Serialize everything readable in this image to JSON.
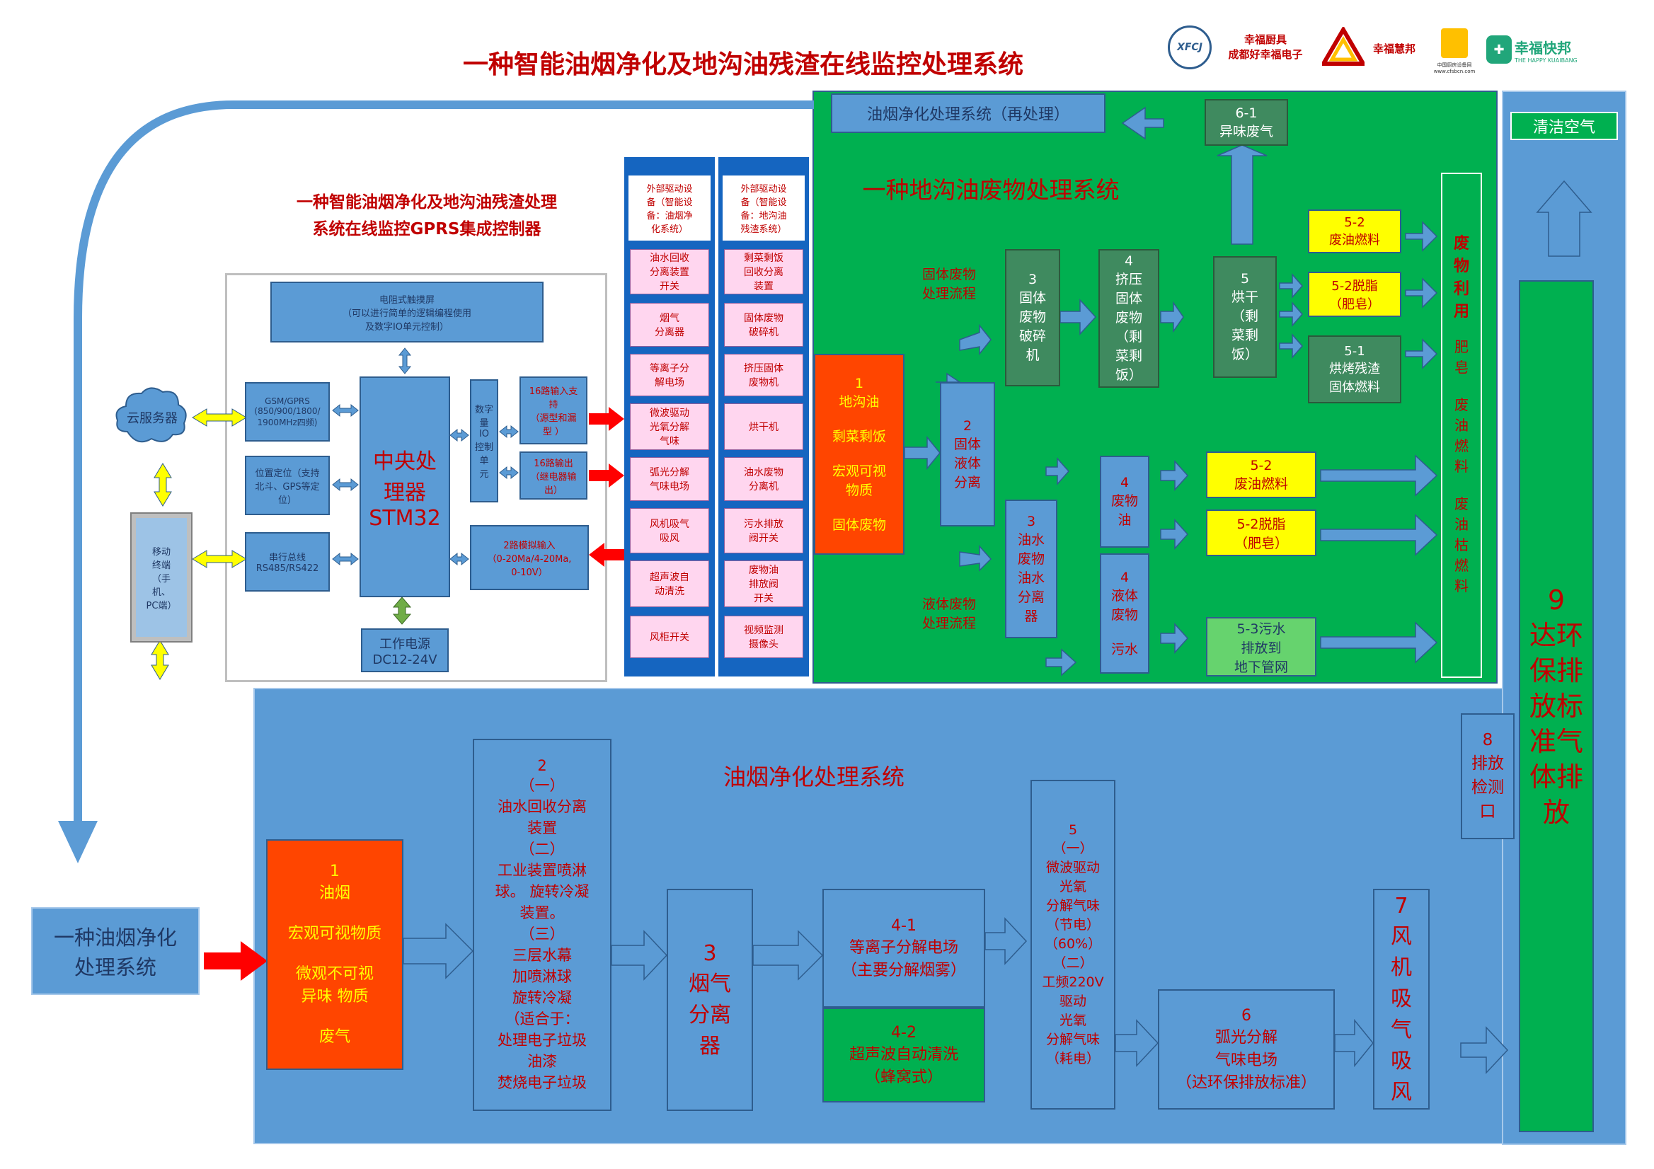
{
  "header": {
    "title": "一种智能油烟净化及地沟油残渣在线监控处理系统",
    "logos": [
      {
        "icon": "xfcj-logo-icon",
        "text": "XFCJ"
      },
      {
        "lines": "幸福厨具\n成都好幸福电子"
      },
      {
        "icon": "triangle-logo-icon",
        "text": "幸福慧邦"
      },
      {
        "icon": "cfsbcn-logo-icon",
        "text": "中国厨房设备网\nwww.cfsbcn.com"
      },
      {
        "icon": "kuaibang-logo-icon",
        "text": "幸福快邦",
        "sub": "THE HAPPY KUAIBANG"
      }
    ]
  },
  "controller": {
    "title": "一种智能油烟净化及地沟油残渣处理\n系统在线监控GPRS集成控制器",
    "touchscreen": "电阻式触摸屏\n（可以进行简单的逻辑编程使用\n及数字IO单元控制）",
    "cloud": "云服务器",
    "gsm": "GSM/GPRS\n(850/900/1800/\n1900MHz四频)",
    "location": "位置定位（支持\n北斗、GPS等定\n位）",
    "serial": "串行总线\nRS485/RS422",
    "mobile": "移动\n终端\n（手\n机、\nPC端）",
    "cpu": "中央处\n理器\nSTM32",
    "power": "工作电源\nDC12-24V",
    "io": "数字\n量\nIO\n控制\n单\n元",
    "in16": "16路输入支\n持\n（源型和漏\n型 ）",
    "out16": "16路输出\n（继电器输\n出）",
    "analog": "2路模拟输入\n（0-20Ma/4-20Ma,\n0-10V）"
  },
  "external_smoke": {
    "header": "外部驱动设\n备（智能设\n备：油烟净\n化系统）",
    "items": [
      "油水回收\n分离装置\n开关",
      "烟气\n分离器",
      "等离子分\n解电场",
      "微波驱动\n光氧分解\n气味",
      "弧光分解\n气味电场",
      "风机吸气\n吸风",
      "超声波自\n动清洗",
      "风柜开关"
    ]
  },
  "external_waste": {
    "header": "外部驱动设\n备（智能设\n备：地沟油\n残渣系统）",
    "items": [
      "剩菜剩饭\n回收分离\n装置",
      "固体废物\n破碎机",
      "挤压固体\n废物机",
      "烘干机",
      "油水废物\n分离机",
      "污水排放\n阀开关",
      "废物油\n排放阀\n开关",
      "视频监测\n摄像头"
    ]
  },
  "waste_system": {
    "reprocess": "油烟净化处理系统（再处理）",
    "title": "一种地沟油废物处理系统",
    "gas_61": "6-1\n异味废气",
    "solid_flow": "固体废物\n处理流程",
    "liquid_flow": "液体废物\n处理流程",
    "input_1": "1\n地沟油\n\n剩菜剩饭\n\n宏观可视\n物质\n\n固体废物",
    "sep_2": "2\n固体\n液体\n分离",
    "crush_3": "3\n固体\n废物\n破碎\n机",
    "press_4": "4\n挤压\n固体\n废物\n（剩\n菜剩\n饭）",
    "dry_5": "5\n烘干\n（剩\n菜剩\n饭）",
    "fuel_52a": "5-2\n废油燃料",
    "soap_52a": "5-2脱脂\n（肥皂）",
    "bake_51": "5-1\n烘烤残渣\n固体燃料",
    "oilsep_3": "3\n油水\n废物\n油水\n分离\n器",
    "oil_4": "4\n废物\n油",
    "water_4": "4\n液体\n废物\n\n污水",
    "fuel_52b": "5-2\n废油燃料",
    "soap_52b": "5-2脱脂\n（肥皂）",
    "sewage_53": "5-3污水\n排放到\n地下管网",
    "reuse_title": "废\n物\n利\n用",
    "reuse_items": "肥\n皂\n\n废\n油\n燃\n料\n\n废\n油\n枯\n燃\n料"
  },
  "clean_air": "清洁空气",
  "emission_9": "9\n达环\n保排\n放标\n准气\n体排\n放",
  "smoke_system": {
    "title": "油烟净化处理系统",
    "left_label": "一种油烟净化\n处理系统",
    "input_1": "1\n油烟\n\n宏观可视物质\n\n微观不可视\n异味 物质\n\n废气",
    "step_2": "2\n（一）\n油水回收分离\n装置\n（二）\n工业装置喷淋\n球。 旋转冷凝\n装置。\n（三）\n三层水幕\n加喷淋球\n旋转冷凝\n（适合于：\n处理电子垃圾\n油漆\n焚烧电子垃圾",
    "step_3": "3\n烟气\n分离\n器",
    "step_41": "4-1\n等离子分解电场\n（主要分解烟雾）",
    "step_42": "4-2\n超声波自动清洗\n（蜂窝式）",
    "step_5": "5\n（一）\n微波驱动\n光氧\n分解气味\n（节电）\n（60%）\n（二）\n工频220V\n驱动\n光氧\n分解气味\n（耗电）",
    "step_6": "6\n弧光分解\n气味电场\n（达环保排放标准）",
    "step_7": "7\n风\n机\n吸\n气\n吸\n风",
    "step_8": "8\n排放\n检测\n口"
  },
  "colors": {
    "blue": "#5b9bd5",
    "green": "#00b050",
    "red": "#c00000",
    "orange": "#ff4500",
    "yellow": "#ffff00"
  }
}
